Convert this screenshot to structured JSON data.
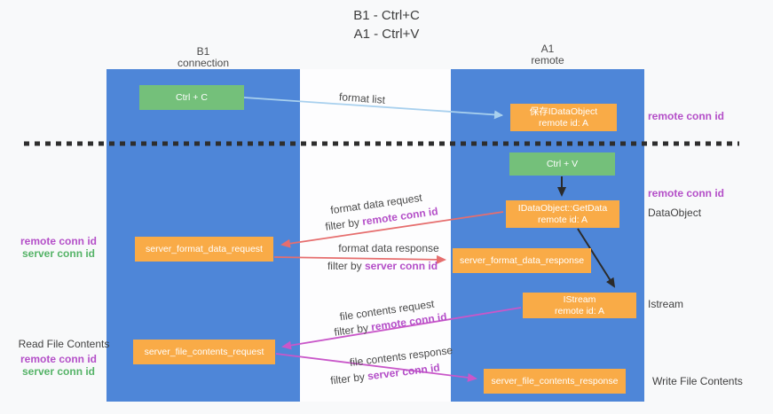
{
  "title": {
    "line1": "B1 - Ctrl+C",
    "line2": "A1 - Ctrl+V"
  },
  "columns": {
    "left": {
      "name": "B1",
      "role": "connection"
    },
    "right": {
      "name": "A1",
      "role": "remote"
    }
  },
  "boxes": {
    "ctrl_c": {
      "label": "Ctrl + C"
    },
    "save_idataobject": {
      "line1": "保存IDataObject",
      "line2": "remote id: A"
    },
    "ctrl_v": {
      "label": "Ctrl + V"
    },
    "getdata": {
      "line1": "IDataObject::GetData",
      "line2": "remote id: A"
    },
    "server_format_data_request": {
      "label": "server_format_data_request"
    },
    "server_format_data_response": {
      "label": "server_format_data_response"
    },
    "istream": {
      "line1": "IStream",
      "line2": "remote id: A"
    },
    "server_file_contents_request": {
      "label": "server_file_contents_request"
    },
    "server_file_contents_response": {
      "label": "server_file_contents_response"
    }
  },
  "flow_labels": {
    "format_list": "format list",
    "format_data_request": "format data request",
    "format_data_response": "format data response",
    "file_contents_request": "file contents request",
    "file_contents_response": "file contents response",
    "filter_by": "filter by",
    "remote_conn_id": "remote conn id",
    "server_conn_id": "server conn id"
  },
  "side_labels": {
    "left": {
      "remote_conn_id_1": "remote conn id",
      "server_conn_id_1": "server conn id",
      "read_file_contents": "Read File Contents",
      "remote_conn_id_2": "remote conn id",
      "server_conn_id_2": "server conn id"
    },
    "right": {
      "remote_conn_id_1": "remote conn id",
      "remote_conn_id_2": "remote conn id",
      "dataobject": "DataObject",
      "istream": "Istream",
      "write_file_contents": "Write File Contents"
    }
  },
  "colors": {
    "lifeline_blue": "#4e86d8",
    "box_green": "#74c07a",
    "box_orange": "#f9ab47",
    "arrow_light_blue": "#a8d0ee",
    "arrow_black": "#2b2b2b",
    "arrow_red": "#e66e6e",
    "arrow_magenta": "#c957c9",
    "label_purple": "#b44fc8",
    "label_green": "#55b367",
    "separator_dash": "#2e2e2e"
  }
}
